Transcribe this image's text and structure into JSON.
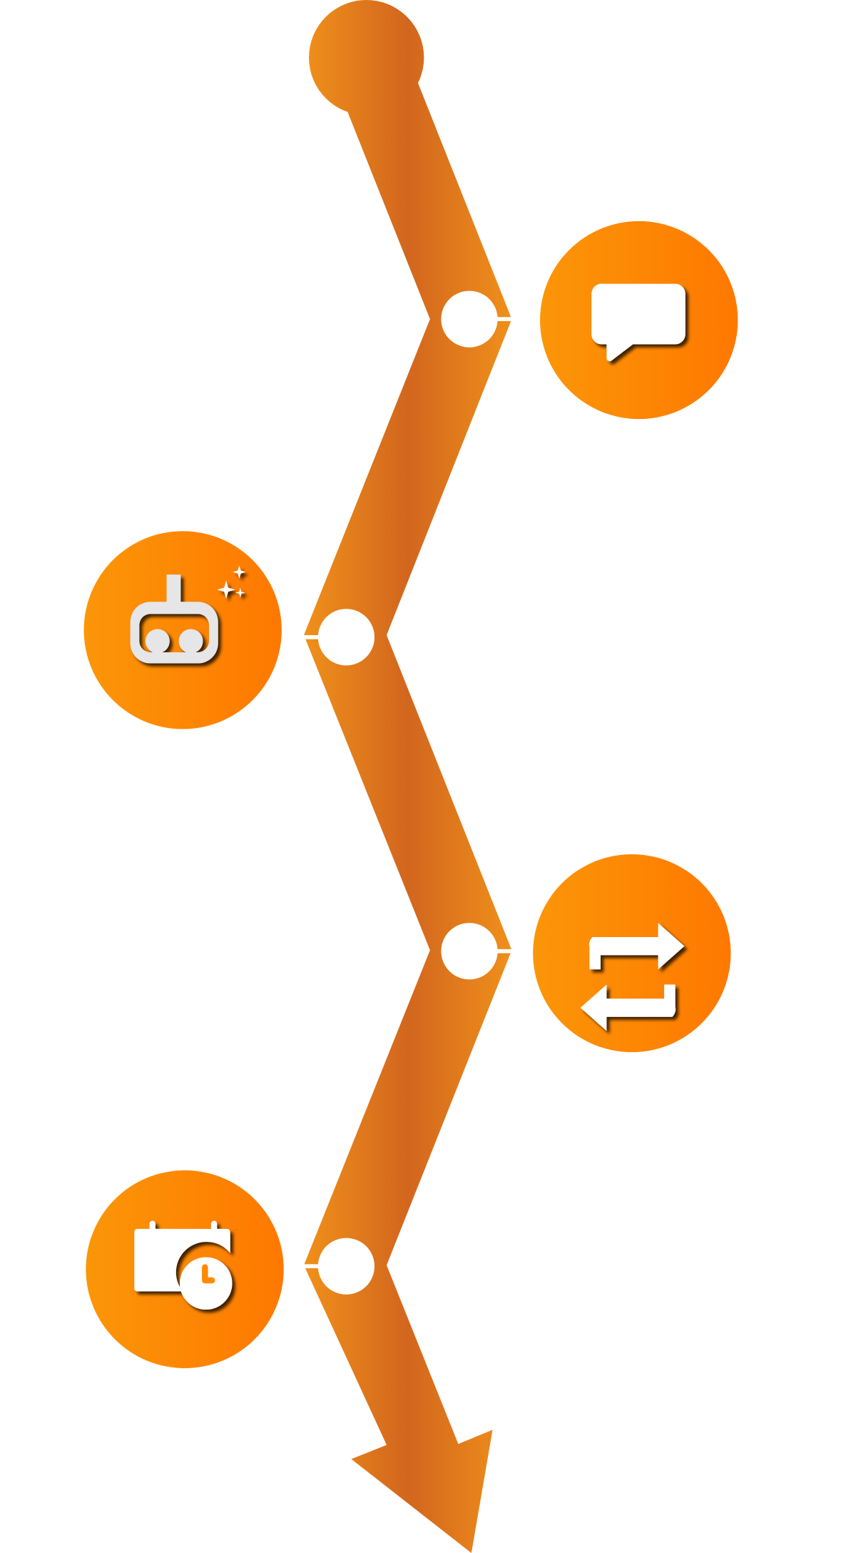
{
  "diagram": {
    "type": "zigzag-timeline",
    "steps": [
      {
        "icon": "chat-bubble-icon",
        "side": "right"
      },
      {
        "icon": "robot-sparkle-icon",
        "side": "left"
      },
      {
        "icon": "swap-arrows-icon",
        "side": "right"
      },
      {
        "icon": "calendar-clock-icon",
        "side": "left"
      }
    ]
  },
  "colors": {
    "path_edge": "#f0901a",
    "path_center": "#d2661e",
    "badge_start": "#fb9608",
    "badge_end": "#ff7800",
    "icon": "#ffffff",
    "robot_icon": "#e6e6e8"
  }
}
